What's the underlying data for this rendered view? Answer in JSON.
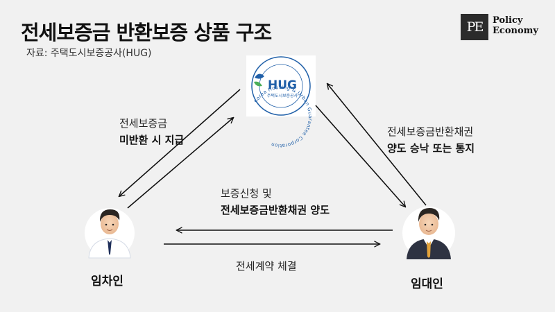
{
  "title": "전세보증금 반환보증 상품 구조",
  "source": "자료: 주택도시보증공사(HUG)",
  "logo": {
    "mark": "PE",
    "line1": "Policy",
    "line2": "Economy"
  },
  "hug": {
    "text": "HUG",
    "subtext": "주택도시보증공사",
    "ring_text": "Korea Housing & Urban Guarantee Corporation"
  },
  "nodes": {
    "tenant": "임차인",
    "landlord": "임대인"
  },
  "edges": {
    "hug_to_tenant": {
      "line1": "전세보증금",
      "line2": "미반환 시 지급"
    },
    "hug_to_landlord": {
      "line1": "전세보증금반환채권",
      "line2": "양도 승낙 또는 통지"
    },
    "landlord_to_tenant": {
      "line1": "보증신청 및",
      "line2": "전세보증금반환채권 양도"
    },
    "tenant_to_landlord": {
      "line1": "전세계약 체결"
    }
  },
  "colors": {
    "background": "#f1f1f1",
    "hug_blue": "#1f5fa8",
    "hug_green": "#4cae5a",
    "arrow": "#111111"
  }
}
